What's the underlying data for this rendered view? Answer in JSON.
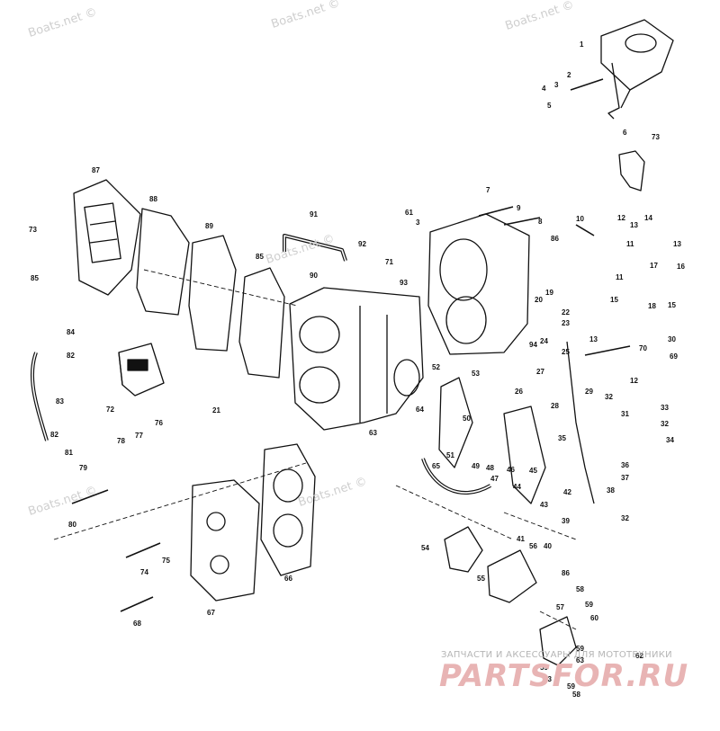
{
  "watermarks": [
    "Boats.net ©",
    "Boats.net ©",
    "Boats.net ©",
    "Boats.net ©",
    "Boats.net ©",
    "Boats.net ©"
  ],
  "brand": {
    "subtitle": "ЗАПЧАСТИ И АКСЕССУАРЫ ДЛЯ МОТОТЕХНИКИ",
    "logo": "PARTSFOR.RU"
  },
  "callouts": [
    "1",
    "2",
    "3",
    "4",
    "5",
    "6",
    "7",
    "8",
    "9",
    "10",
    "11",
    "12",
    "13",
    "14",
    "15",
    "16",
    "17",
    "18",
    "19",
    "20",
    "21",
    "22",
    "23",
    "24",
    "25",
    "26",
    "27",
    "28",
    "29",
    "30",
    "31",
    "32",
    "33",
    "34",
    "35",
    "36",
    "37",
    "38",
    "39",
    "40",
    "41",
    "42",
    "43",
    "44",
    "45",
    "46",
    "47",
    "48",
    "49",
    "50",
    "51",
    "52",
    "53",
    "54",
    "55",
    "56",
    "57",
    "58",
    "59",
    "60",
    "61",
    "62",
    "63",
    "64",
    "65",
    "66",
    "67",
    "68",
    "69",
    "70",
    "71",
    "72",
    "73",
    "74",
    "75",
    "76",
    "77",
    "78",
    "79",
    "80",
    "81",
    "82",
    "83",
    "84",
    "85",
    "86",
    "87",
    "88",
    "89",
    "90",
    "91",
    "92",
    "93",
    "94"
  ]
}
